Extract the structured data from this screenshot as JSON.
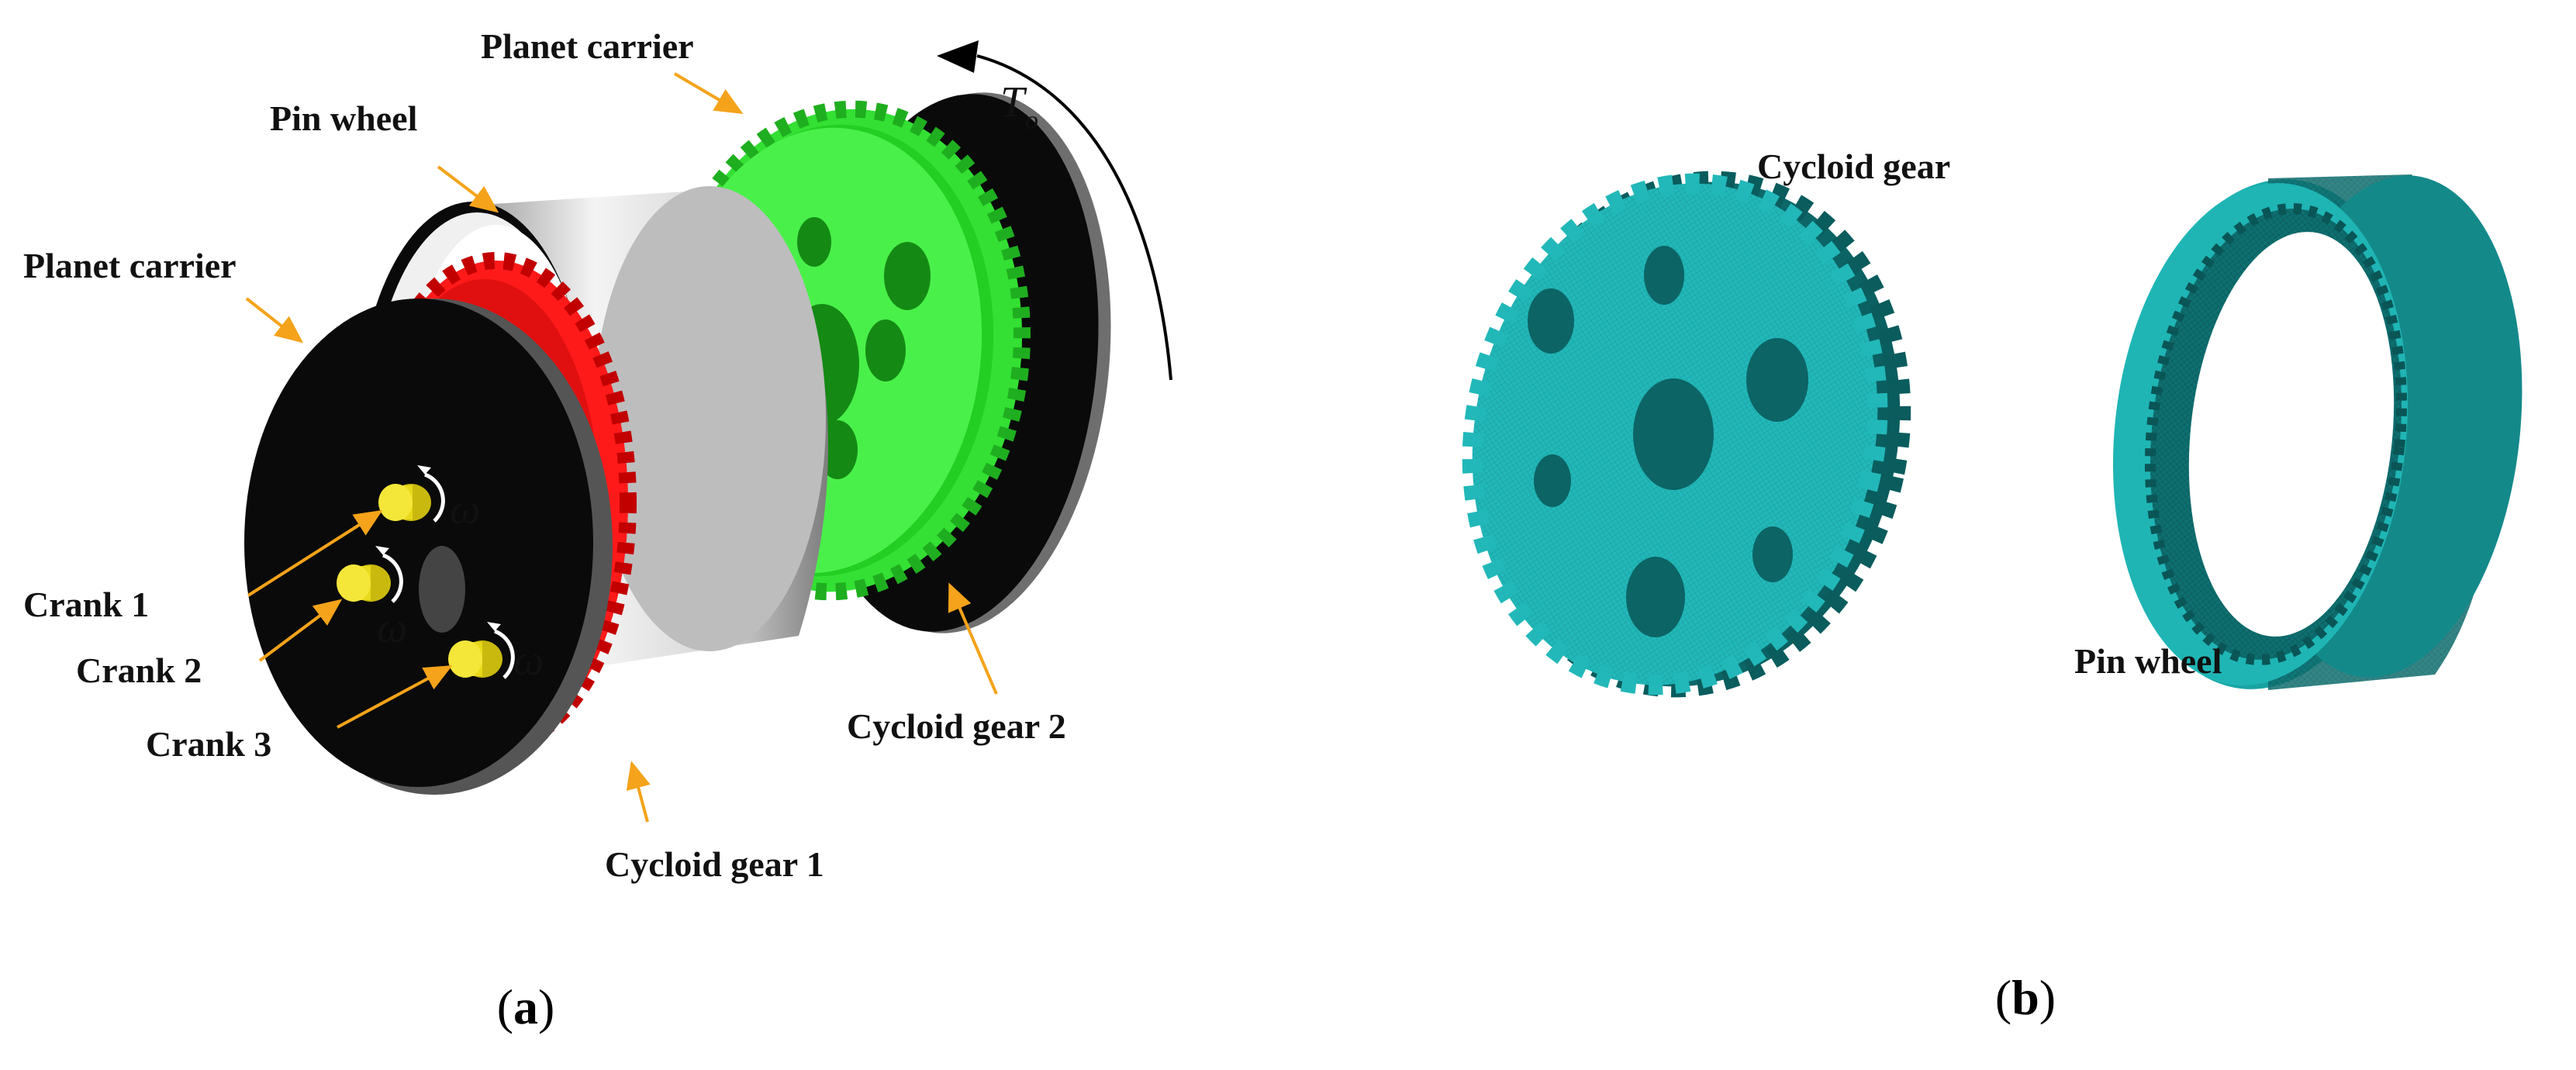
{
  "panel_a": {
    "labels": {
      "planet_carrier_top": "Planet carrier",
      "pin_wheel": "Pin wheel",
      "planet_carrier_left": "Planet carrier",
      "crank_1": "Crank 1",
      "crank_2": "Crank 2",
      "crank_3": "Crank 3",
      "cycloid_gear_1": "Cycloid gear 1",
      "cycloid_gear_2": "Cycloid gear 2"
    },
    "omega": "ω",
    "torque": "T",
    "torque_sub": "o",
    "caption": {
      "open": "(",
      "letter": "a",
      "close": ")"
    }
  },
  "panel_b": {
    "labels": {
      "cycloid_gear": "Cycloid gear",
      "pin_wheel": "Pin wheel"
    },
    "caption": {
      "open": "(",
      "letter": "b",
      "close": ")"
    }
  },
  "colors": {
    "arrow_orange": "#f5a31a",
    "carrier_black": "#0a0a0a",
    "cycloid_red": "#ff1a1a",
    "cycloid_green": "#33e033",
    "crank_yellow": "#f2e21a",
    "mesh_teal": "#1fb5b5",
    "mesh_dark": "#0e6f70"
  }
}
